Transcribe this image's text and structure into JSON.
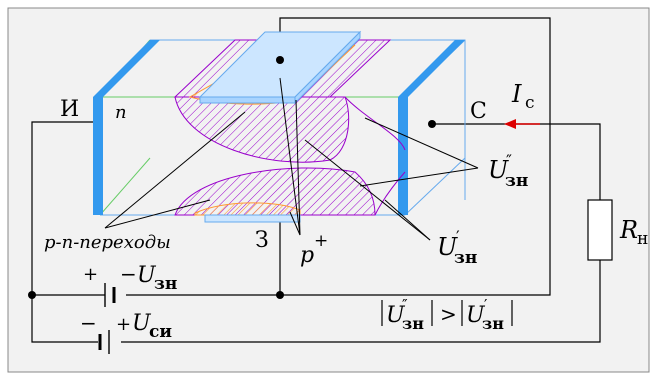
{
  "labels": {
    "source": "И",
    "n_region": "n",
    "drain": "С",
    "current": "I",
    "current_sub": "с",
    "resistor": "R",
    "resistor_sub": "н",
    "gate": "З",
    "pn_junctions": "p-n-переходы",
    "p_plus": "p",
    "p_plus_sup": "+",
    "u_zn": "U",
    "u_zn_sub": "зн",
    "u_zn_double_prime": "″",
    "u_zn_prime": "′",
    "gate_source_voltage_sign": "−",
    "gate_source_battery_plus": "+",
    "drain_source_voltage_sign": "+",
    "drain_source_battery_minus": "−",
    "u_sn": "U",
    "u_sn_sub": "си",
    "inequality_gt": ">"
  },
  "colors": {
    "panel_bg": "#f2f2f2",
    "blue_electrode": "#3399ee",
    "crystal_edge_green": "#66cc66",
    "crystal_edge_blue": "#66aaee",
    "depletion_violet": "#9900cc",
    "p_plus_orange": "#ff9933",
    "gate_plate": "#cce6ff",
    "current_arrow": "#dd0000"
  }
}
